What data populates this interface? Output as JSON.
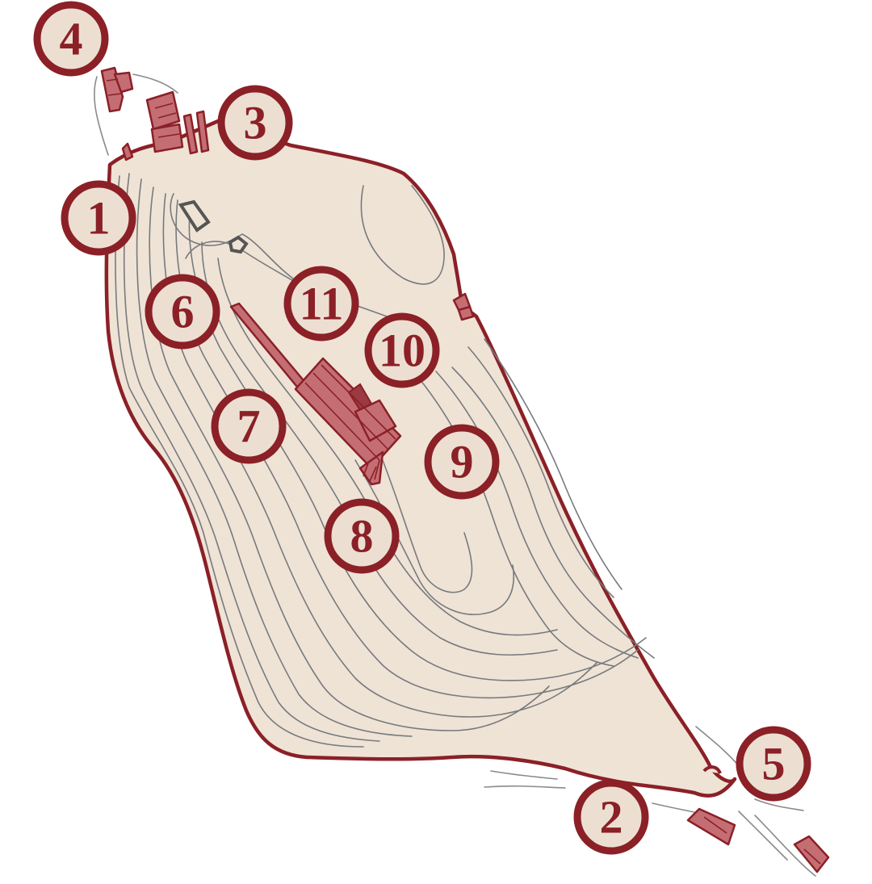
{
  "colors": {
    "island_fill": "#efe3d6",
    "outline": "#8b2027",
    "marker_fill": "#ecdfd2",
    "contour": "#777a7d",
    "building_fill": "#c46e74"
  },
  "markers": [
    {
      "id": "1",
      "label": "1"
    },
    {
      "id": "2",
      "label": "2"
    },
    {
      "id": "3",
      "label": "3"
    },
    {
      "id": "4",
      "label": "4"
    },
    {
      "id": "5",
      "label": "5"
    },
    {
      "id": "6",
      "label": "6"
    },
    {
      "id": "7",
      "label": "7"
    },
    {
      "id": "8",
      "label": "8"
    },
    {
      "id": "9",
      "label": "9"
    },
    {
      "id": "10",
      "label": "10"
    },
    {
      "id": "11",
      "label": "11"
    }
  ]
}
